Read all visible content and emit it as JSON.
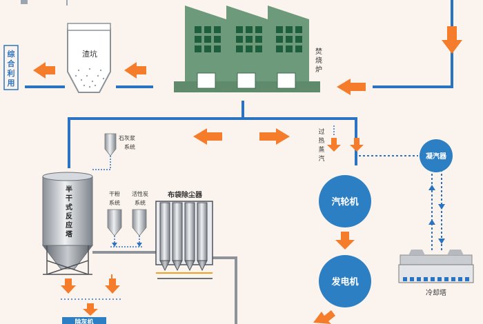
{
  "labels": {
    "slag_pit": "渣坑",
    "comprehensive_use": [
      "综",
      "合",
      "利",
      "用"
    ],
    "incinerator": [
      "焚",
      "烧",
      "炉"
    ],
    "limestone_system": "石灰浆",
    "limestone_system2": "系统",
    "semi_dry_tower": [
      "半",
      "干",
      "式",
      "反",
      "应",
      "塔"
    ],
    "dry_powder_system": [
      "干粉",
      "系统"
    ],
    "activated_carbon_system": [
      "活性炭",
      "系统"
    ],
    "bag_filter": "布袋除尘器",
    "superheated_steam": [
      "过",
      "热",
      "蒸",
      "汽"
    ],
    "condenser": "凝汽器",
    "turbine": "汽轮机",
    "generator": "发电机",
    "cooling_tower": "冷却塔",
    "ash_label": "除灰机"
  },
  "colors": {
    "pipe_blue": "#2a73c0",
    "arrow_orange": "#f47c2a",
    "building_green": "#6d9a7b",
    "circle_blue": "#2d7fc4",
    "window_green": "#1f5e3c"
  }
}
